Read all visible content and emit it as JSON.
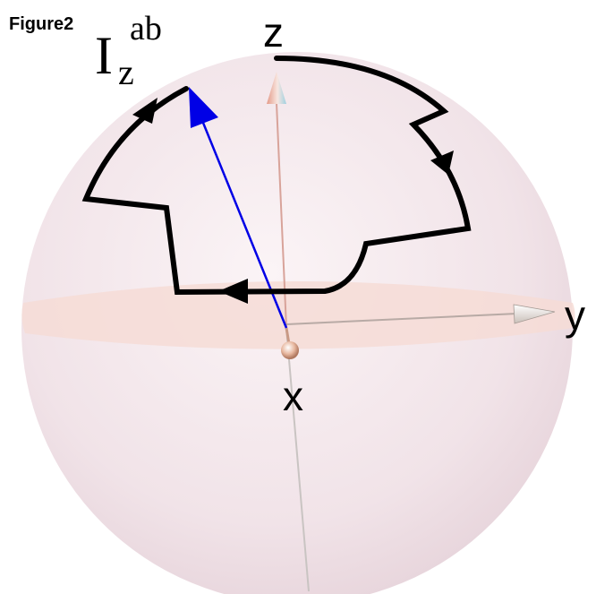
{
  "figure_label": "Figure2",
  "operator": {
    "symbol": "I",
    "subscript": "z",
    "superscript": "ab"
  },
  "axes": {
    "z": "z",
    "y": "y",
    "x": "x"
  },
  "colors": {
    "sphere_fill": "#f4e7ec",
    "equator_band": "#f6dcd6",
    "vector": "#0000e6",
    "path": "#000000",
    "z_axis_tip": "#e8a898",
    "y_axis_tip": "#e9e3dd"
  }
}
